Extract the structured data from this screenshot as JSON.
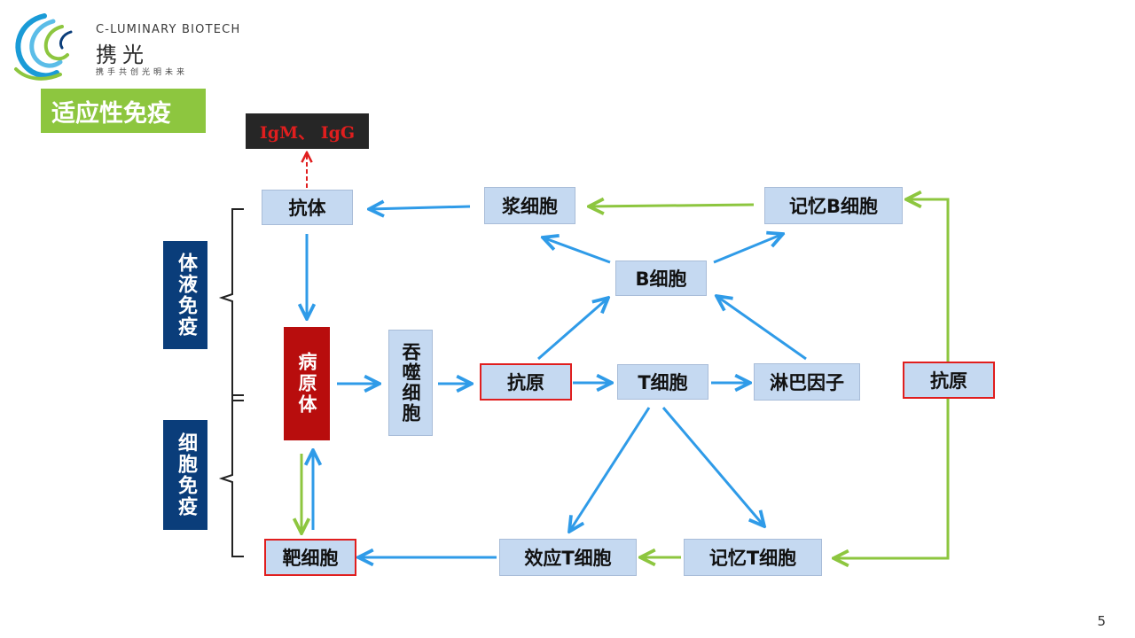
{
  "logo": {
    "brand_en": "C-LUMINARY BIOTECH",
    "brand_cn": "携光",
    "slogan": "携手共创光明未来",
    "icon": "swirl-logo-icon",
    "colors": [
      "#1a9bd7",
      "#8dc63f",
      "#0a3d7a"
    ]
  },
  "slide": {
    "title": "适应性免疫",
    "page_number": "5"
  },
  "diagram": {
    "immunoglobulins": "IgM、 IgG",
    "antibody": "抗体",
    "plasma_cell": "浆细胞",
    "memory_b_cell": "记忆B细胞",
    "b_cell": "B细胞",
    "humoral_immunity": "体液免疫",
    "cellular_immunity": "细胞免疫",
    "pathogen": "病原体",
    "phagocyte": "吞噬细胞",
    "antigen_left": "抗原",
    "t_cell": "T细胞",
    "lymphokine": "淋巴因子",
    "antigen_right": "抗原",
    "target_cell": "靶细胞",
    "effector_t_cell": "效应T细胞",
    "memory_t_cell": "记忆T细胞"
  },
  "colors": {
    "node_fill": "#c5d9f1",
    "highlight_border": "#e01e1e",
    "blue_arrow": "#2f9be8",
    "green_arrow": "#8dc63f",
    "red_dashed_arrow": "#e01e1e",
    "pathogen_fill": "#b80d0d",
    "label_fill": "#0a3d7a",
    "title_fill": "#8dc63f"
  }
}
